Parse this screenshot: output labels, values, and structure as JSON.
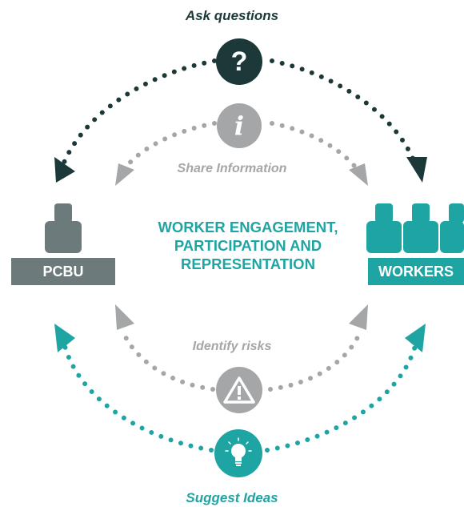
{
  "labels": {
    "ask": "Ask questions",
    "share": "Share Information",
    "identify": "Identify risks",
    "suggest": "Suggest Ideas"
  },
  "center_title": "WORKER ENGAGEMENT, PARTICIPATION AND REPRESENTATION",
  "nodes": {
    "pcbu": "PCBU",
    "workers": "WORKERS"
  },
  "glyphs": {
    "question": "?",
    "info": "i"
  },
  "icons": {
    "question": "question-icon",
    "info": "info-icon",
    "warning": "warning-icon",
    "lightbulb": "lightbulb-icon",
    "person": "person-icon",
    "group": "workers-group-icon"
  },
  "colors": {
    "dark_teal": "#1c3838",
    "gray": "#a4a6a7",
    "slate": "#6c7a7b",
    "teal": "#1fa4a4",
    "white": "#ffffff"
  }
}
